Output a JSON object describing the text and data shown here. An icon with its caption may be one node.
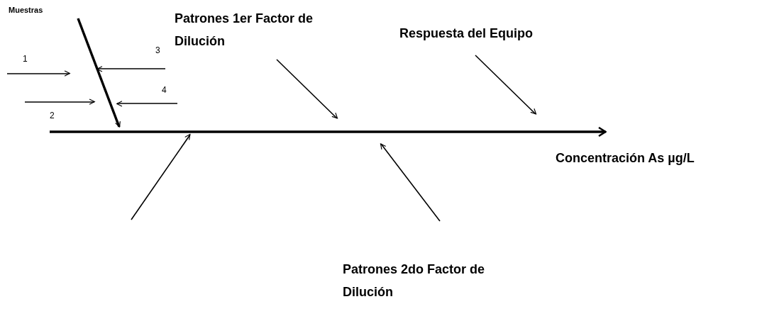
{
  "diagram": {
    "nodes": [
      {
        "text": [
          "Muestras"
        ]
      },
      {
        "text": [
          "1"
        ]
      },
      {
        "text": [
          "2"
        ]
      },
      {
        "text": [
          "3"
        ]
      },
      {
        "text": [
          "4"
        ]
      },
      {
        "text": [
          "Patrones 1er Factor de Dilución"
        ]
      },
      {
        "text": [
          "Respuesta del Equipo"
        ]
      },
      {
        "text": [
          "Concentración As µg/L"
        ]
      },
      {
        "text": [
          "Patrones 2do Factor de Dilución"
        ]
      },
      {
        "text": [],
        "shape": "arrow"
      }
    ],
    "edges": [
      {
        "from": 0,
        "to": 9,
        "arrow": "to",
        "style": "thick"
      },
      {
        "from": 1,
        "to": null,
        "arrow": "to"
      },
      {
        "from": 2,
        "to": null,
        "arrow": "to"
      },
      {
        "from": 3,
        "to": null,
        "arrow": "to"
      },
      {
        "from": 4,
        "to": null,
        "arrow": "to"
      },
      {
        "from": 5,
        "to": 9,
        "arrow": "to"
      },
      {
        "from": 6,
        "to": 9,
        "arrow": "to"
      },
      {
        "from": null,
        "to": 9,
        "arrow": "to"
      },
      {
        "from": 8,
        "to": 9,
        "arrow": "to"
      }
    ]
  }
}
